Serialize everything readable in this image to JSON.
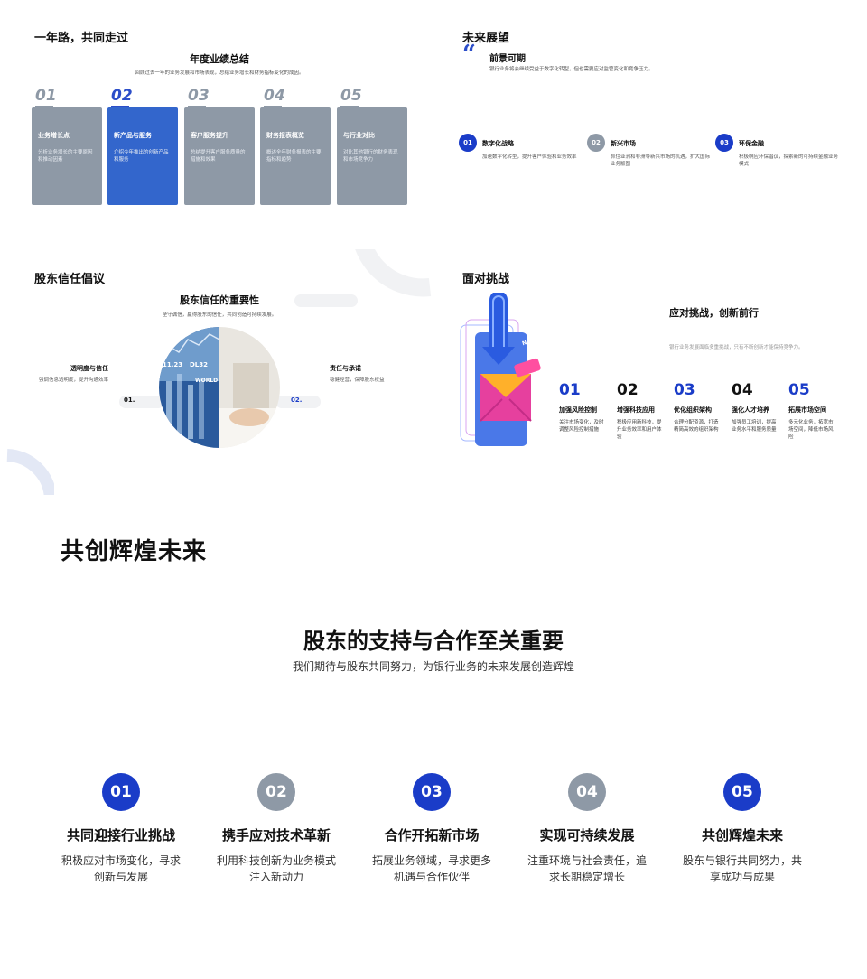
{
  "slide1": {
    "title": "一年路，共同走过",
    "subtitle": "年度业绩总结",
    "description": "回顾过去一年的业务发展和市场表现，总结业务增长和财务指标变化的成因。",
    "cards": [
      {
        "num": "01",
        "title": "业务增长点",
        "text": "分析业务增长的主要原因和推动因素"
      },
      {
        "num": "02",
        "title": "新产品与服务",
        "text": "介绍今年推出的创新产品和服务"
      },
      {
        "num": "03",
        "title": "客户服务提升",
        "text": "总结提升客户服务质量的措施和效果"
      },
      {
        "num": "04",
        "title": "财务报表概览",
        "text": "概述全年财务报表的主要指标和趋势"
      },
      {
        "num": "05",
        "title": "与行业对比",
        "text": "对比其他银行的财务表现和市场竞争力"
      }
    ]
  },
  "slide2": {
    "title": "未来展望",
    "quote": "“",
    "heading": "前景可期",
    "description": "银行业务将会继续受益于数字化转型，但也需要应对监管变化和竞争压力。",
    "items": [
      {
        "num": "01",
        "title": "数字化战略",
        "text": "加速数字化转型，提升客户体验和业务效率"
      },
      {
        "num": "02",
        "title": "新兴市场",
        "text": "抓住亚洲和非洲等新兴市场的机遇，扩大国际业务版图"
      },
      {
        "num": "03",
        "title": "环保金融",
        "text": "积极响应环保倡议，探索新的可持续金融业务模式"
      }
    ]
  },
  "slide3": {
    "title": "股东信任倡议",
    "subtitle": "股东信任的重要性",
    "description": "坚守诚信，赢得股东的信任，共同创造可持续发展。",
    "left": {
      "num": "01.",
      "title": "透明度与信任",
      "text": "强调信息透明度，提升沟通效率"
    },
    "right": {
      "num": "02.",
      "title": "责任与承诺",
      "text": "稳健经营，保障股东权益"
    },
    "image_text": [
      "11.23",
      "DL32",
      "WORLD"
    ]
  },
  "slide4": {
    "title": "面对挑战",
    "subtitle": "应对挑战，创新前行",
    "description": "银行业务发展面临多重挑战，只有不断创新才能保持竞争力。",
    "badge": "NEW",
    "columns": [
      {
        "num": "01",
        "title": "加强风险控制",
        "text": "关注市场变化，及时调整风险控制措施"
      },
      {
        "num": "02",
        "title": "增强科技应用",
        "text": "积极应用新科技，提升业务效率和用户体验"
      },
      {
        "num": "03",
        "title": "优化组织架构",
        "text": "合理分配资源，打造精简高效的组织架构"
      },
      {
        "num": "04",
        "title": "强化人才培养",
        "text": "加强员工培训，提高业务水平和服务质量"
      },
      {
        "num": "05",
        "title": "拓展市场空间",
        "text": "多元化业务，拓宽市场空间，降低市场风险"
      }
    ]
  },
  "slide5": {
    "title": "共创辉煌未来",
    "subtitle": "股东的支持与合作至关重要",
    "description": "我们期待与股东共同努力，为银行业务的未来发展创造辉煌",
    "items": [
      {
        "num": "01",
        "title": "共同迎接行业挑战",
        "text": "积极应对市场变化，寻求创新与发展"
      },
      {
        "num": "02",
        "title": "携手应对技术革新",
        "text": "利用科技创新为业务模式注入新动力"
      },
      {
        "num": "03",
        "title": "合作开拓新市场",
        "text": "拓展业务领域，寻求更多机遇与合作伙伴"
      },
      {
        "num": "04",
        "title": "实现可持续发展",
        "text": "注重环境与社会责任，追求长期稳定增长"
      },
      {
        "num": "05",
        "title": "共创辉煌未来",
        "text": "股东与银行共同努力，共享成功与成果"
      }
    ]
  },
  "colors": {
    "accent_blue": "#1a3cc8",
    "card_blue": "#3366cc",
    "gray": "#8e99a6"
  }
}
